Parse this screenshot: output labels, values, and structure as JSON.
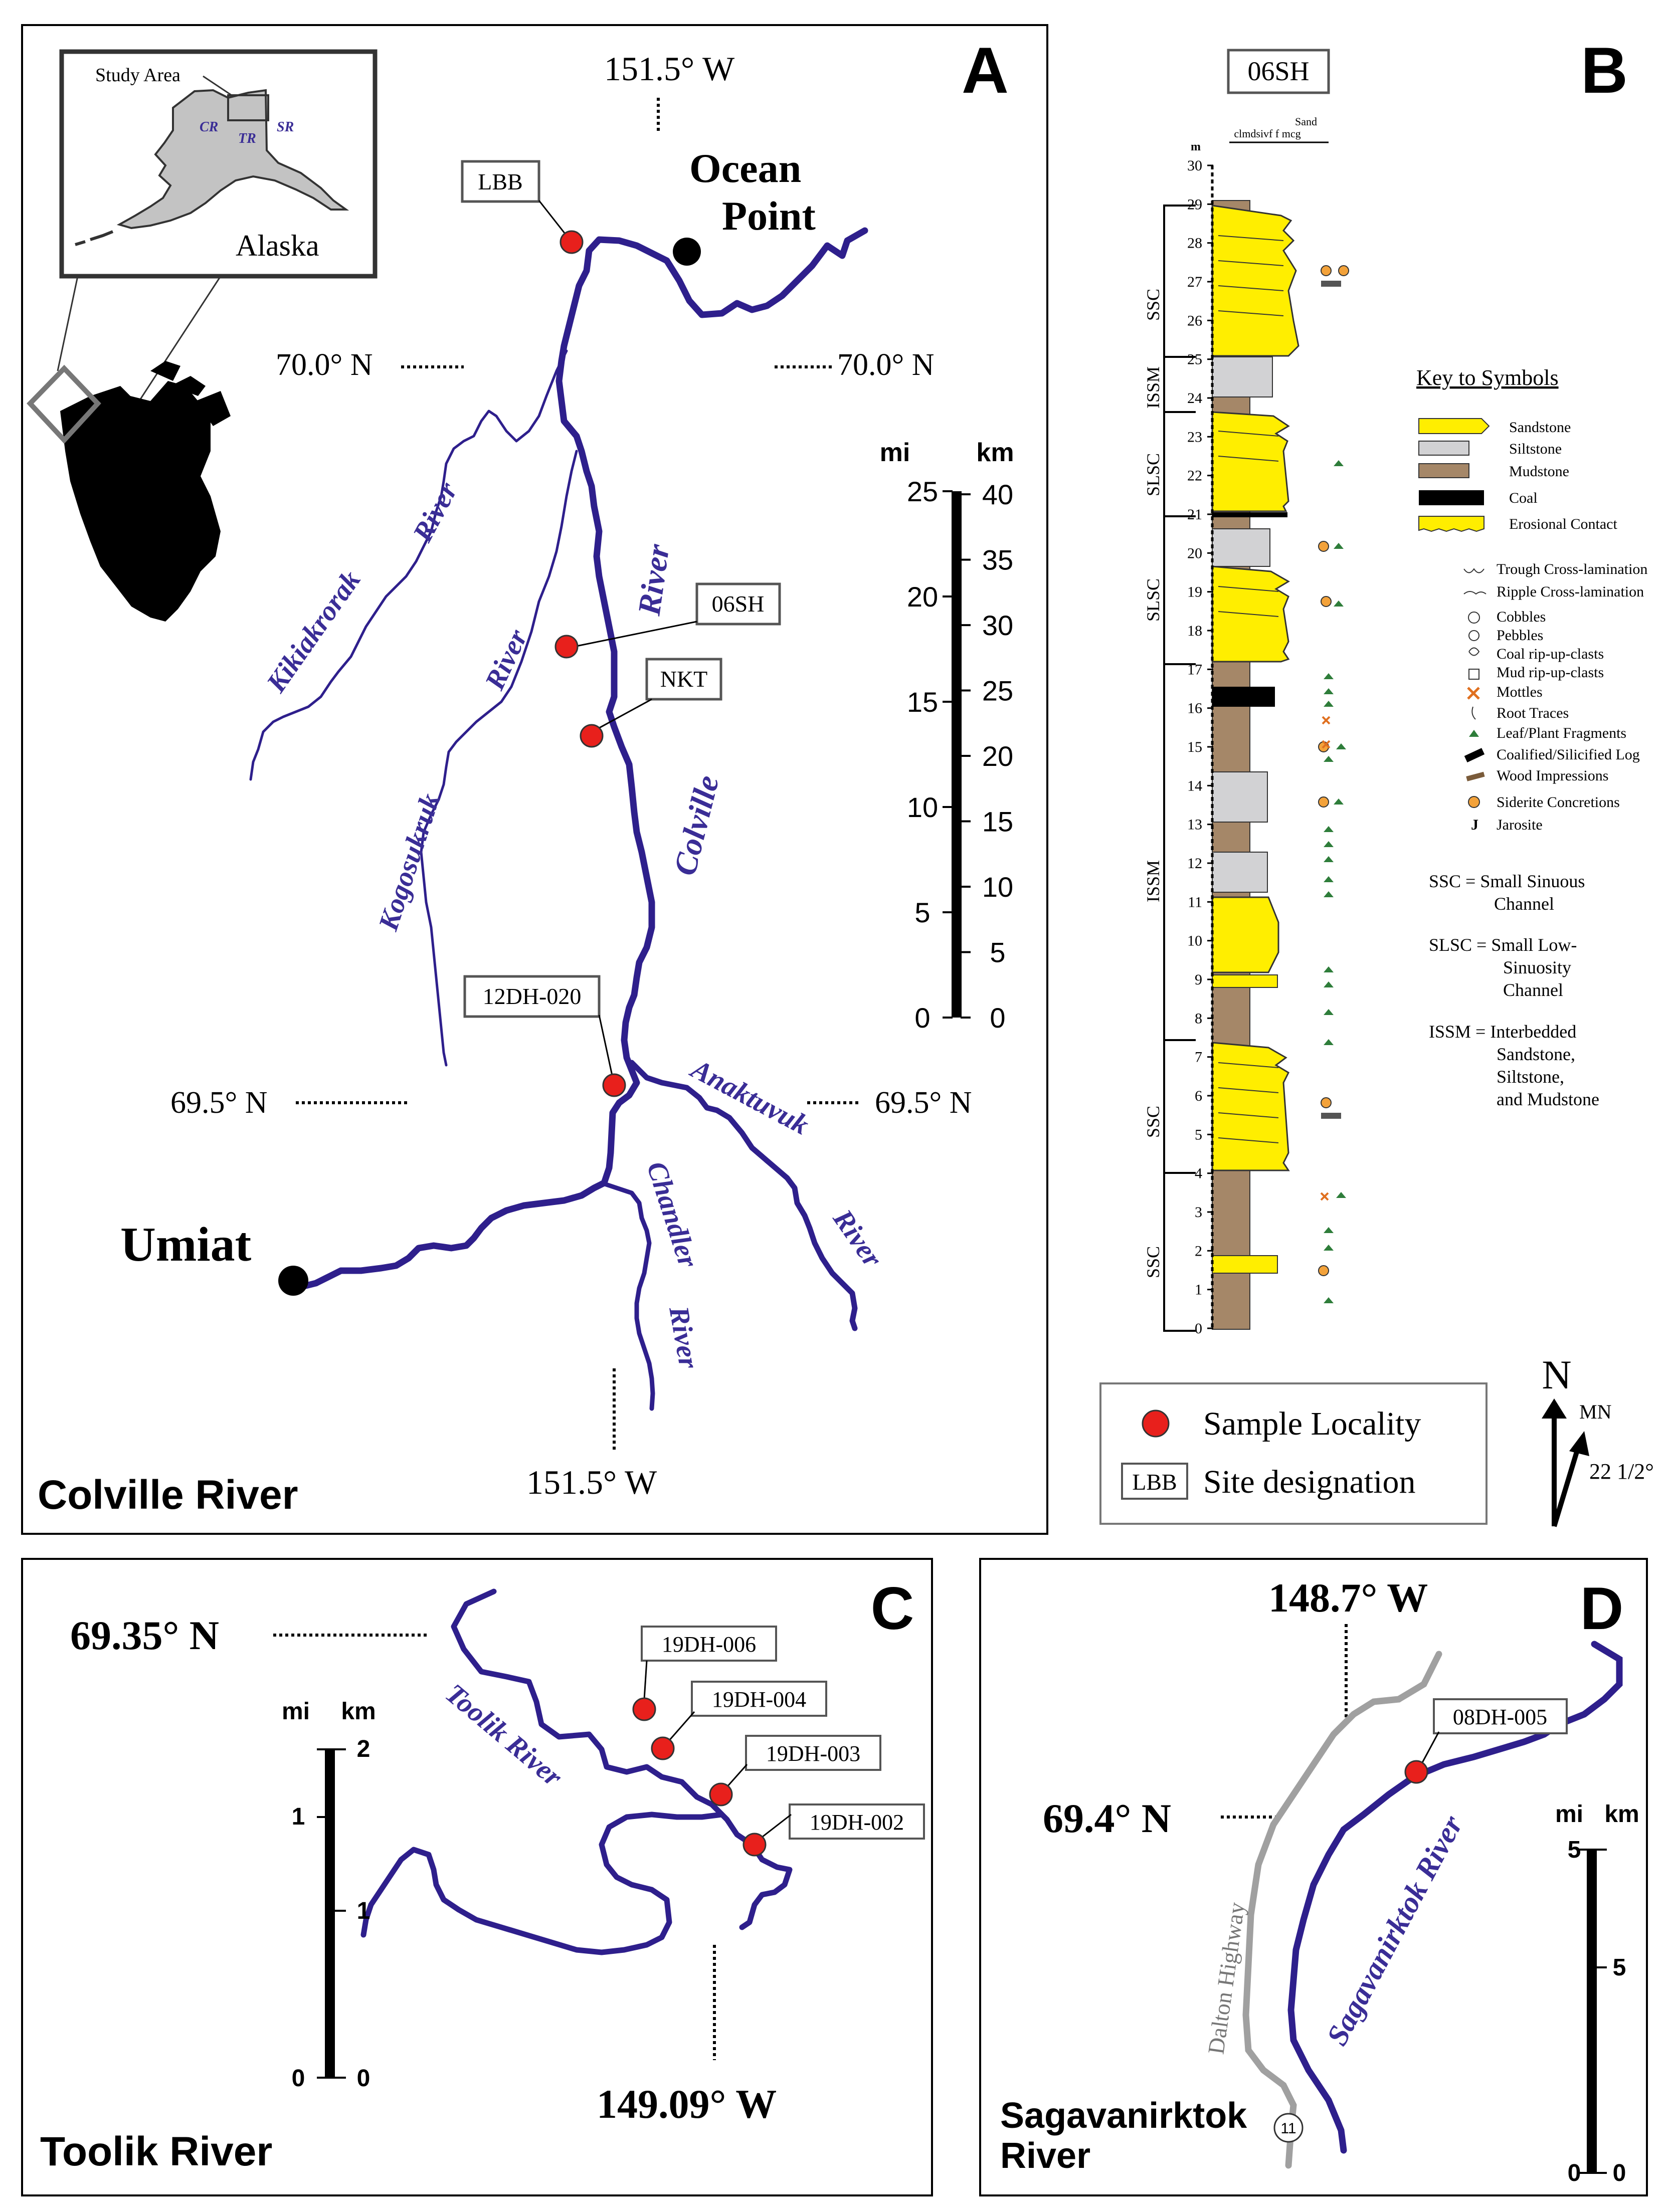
{
  "colors": {
    "river": "#2e1f8c",
    "river_label": "#3a2d96",
    "sample": "#e8201c",
    "frame": "#000000",
    "road": "#a0a0a0",
    "sandstone": "#ffee00",
    "siltstone": "#d2d2d4",
    "mudstone": "#a58768",
    "coal": "#000000",
    "alaska": "#c3c3c3"
  },
  "panel_a": {
    "letter": "A",
    "title": "Colville River",
    "lon_top": "151.5° W",
    "lon_bottom": "151.5° W",
    "lat_70_left": "70.0° N",
    "lat_70_right": "70.0° N",
    "lat_695_left": "69.5° N",
    "lat_695_right": "69.5° N",
    "town_ocean_point_1": "Ocean",
    "town_ocean_point_2": "Point",
    "town_umiat": "Umiat",
    "inset": {
      "study_area": "Study Area",
      "alaska": "Alaska",
      "cr": "CR",
      "tr": "TR",
      "sr": "SR"
    },
    "rivers": {
      "kikiakrorak": "Kikiakrorak",
      "kikiakrorak_river": "River",
      "kogosukruk": "Kogosukruk",
      "kogosukruk_river": "River",
      "colville": "Colville",
      "colville_river": "River",
      "anaktuvuk": "Anaktuvuk",
      "anaktuvuk_river": "River",
      "chandler": "Chandler",
      "chandler_river": "River"
    },
    "sites": {
      "lbb": "LBB",
      "s06sh": "06SH",
      "nkt": "NKT",
      "s12dh": "12DH-020"
    },
    "scale": {
      "mi_label": "mi",
      "km_label": "km",
      "mi_ticks": [
        "25",
        "20",
        "15",
        "10",
        "5",
        "0"
      ],
      "km_ticks": [
        "40",
        "35",
        "30",
        "25",
        "20",
        "15",
        "10",
        "5",
        "0"
      ]
    }
  },
  "panel_b": {
    "letter": "B",
    "section_name": "06SH",
    "grain_header_top": "Sand",
    "grain_header": "clmdsivf f mcg",
    "m_label": "m",
    "depth_ticks": [
      "30",
      "29",
      "28",
      "27",
      "26",
      "25",
      "24",
      "23",
      "22",
      "21",
      "20",
      "19",
      "18",
      "17",
      "16",
      "15",
      "14",
      "13",
      "12",
      "11",
      "10",
      "9",
      "8",
      "7",
      "6",
      "5",
      "4",
      "3",
      "2",
      "1",
      "0"
    ],
    "facies_labels": [
      "SSC",
      "ISSM",
      "SLSC",
      "SLSC",
      "ISSM",
      "SSC",
      "SSC"
    ],
    "legend": {
      "title": "Key to Symbols",
      "lithology": [
        "Sandstone",
        "Siltstone",
        "Mudstone",
        "Coal",
        "Erosional Contact"
      ],
      "structures": [
        "Trough Cross-lamination",
        "Ripple Cross-lamination",
        "Cobbles",
        "Pebbles",
        "Coal rip-up-clasts",
        "Mud rip-up-clasts",
        "Mottles",
        "Root Traces",
        "Leaf/Plant Fragments",
        "Coalified/Silicified Log",
        "Wood Impressions",
        "Siderite Concretions",
        "Jarosite"
      ],
      "ssc_def_1": "SSC = Small Sinuous",
      "ssc_def_2": "Channel",
      "slsc_def_1": "SLSC = Small Low-",
      "slsc_def_2": "Sinuosity",
      "slsc_def_3": "Channel",
      "issm_def_1": "ISSM = Interbedded",
      "issm_def_2": "Sandstone,",
      "issm_def_3": "Siltstone,",
      "issm_def_4": "and Mudstone"
    }
  },
  "map_legend": {
    "sample_locality": "Sample Locality",
    "site_box": "LBB",
    "site_designation": "Site designation",
    "north": "N",
    "mn": "MN",
    "declination": "22 1/2°"
  },
  "panel_c": {
    "letter": "C",
    "title": "Toolik River",
    "lat": "69.35° N",
    "lon": "149.09° W",
    "river": "Toolik River",
    "sites": [
      "19DH-006",
      "19DH-004",
      "19DH-003",
      "19DH-002"
    ],
    "scale": {
      "mi_label": "mi",
      "km_label": "km",
      "mi_top": "1",
      "km_top": "2",
      "km_mid": "1",
      "mi_zero": "0",
      "km_zero": "0"
    }
  },
  "panel_d": {
    "letter": "D",
    "title_1": "Sagavanirktok",
    "title_2": "River",
    "lat": "69.4° N",
    "lon": "148.7° W",
    "river": "Sagavanirktok River",
    "road": "Dalton Highway",
    "highway_shield": "11",
    "site": "08DH-005",
    "scale": {
      "mi_label": "mi",
      "km_label": "km",
      "mi_top": "5",
      "km_mid": "5",
      "mi_zero": "0",
      "km_zero": "0"
    }
  }
}
